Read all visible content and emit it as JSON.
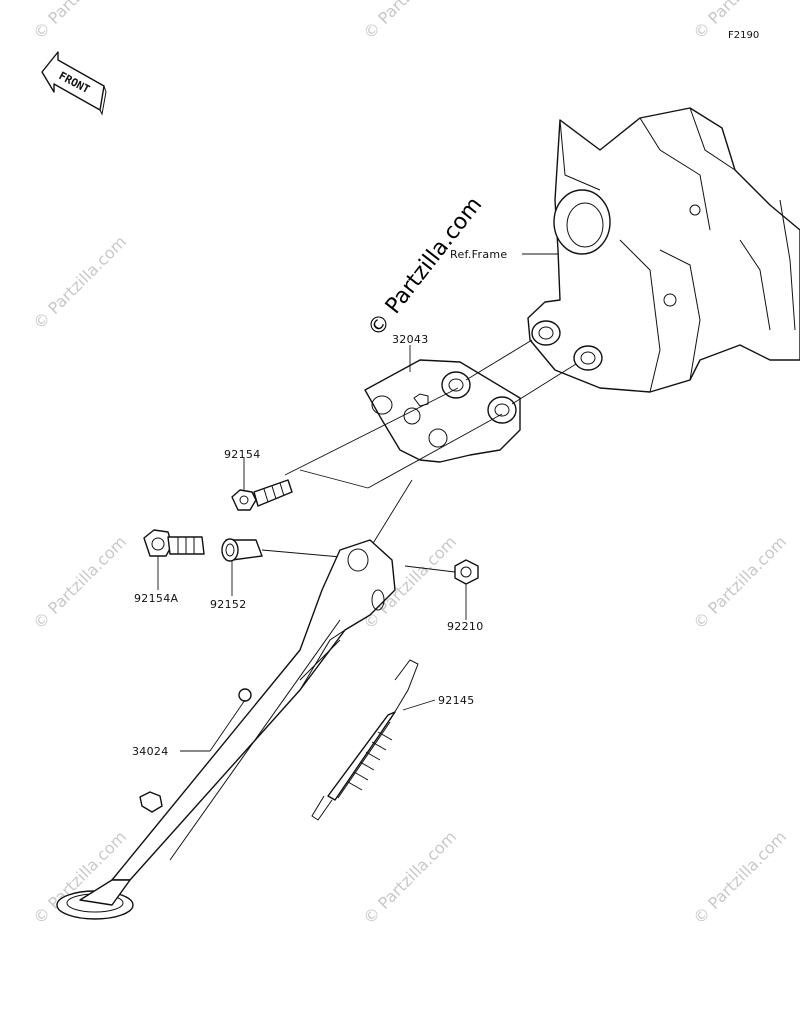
{
  "diagram": {
    "code": "F2190",
    "front_label": "FRONT",
    "ref_label": "Ref.Frame",
    "watermark": "© Partzilla.com",
    "parts": [
      {
        "id": "32043"
      },
      {
        "id": "92154"
      },
      {
        "id": "92154A"
      },
      {
        "id": "92152"
      },
      {
        "id": "92210"
      },
      {
        "id": "92145"
      },
      {
        "id": "34024"
      }
    ]
  }
}
